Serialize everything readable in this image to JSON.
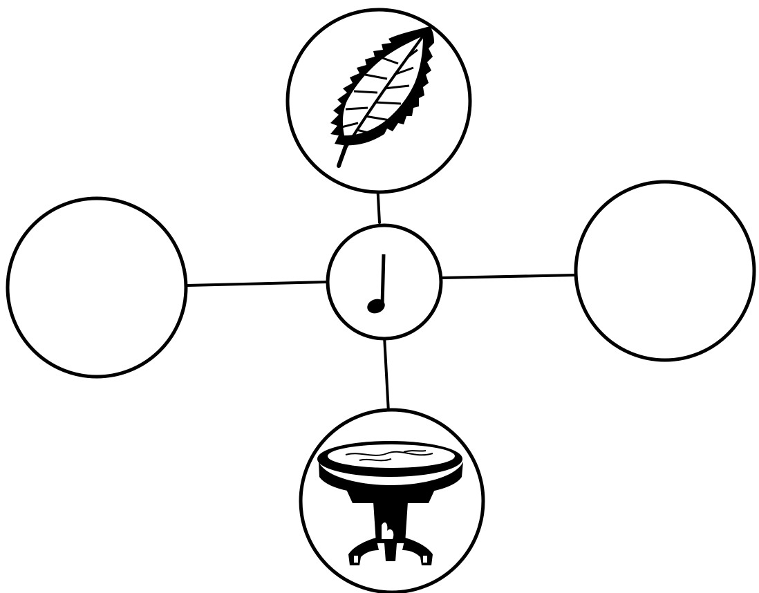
{
  "diagram": {
    "type": "hub-and-spoke picture diagram",
    "center": {
      "icon": "music-note-icon"
    },
    "nodes": [
      {
        "position": "top",
        "icon": "leaf-icon",
        "filled": true
      },
      {
        "position": "left",
        "icon": null,
        "filled": false
      },
      {
        "position": "right",
        "icon": null,
        "filled": false
      },
      {
        "position": "bottom",
        "icon": "table-icon",
        "filled": true
      }
    ],
    "colors": {
      "ink": "#000000",
      "background": "#ffffff"
    }
  }
}
